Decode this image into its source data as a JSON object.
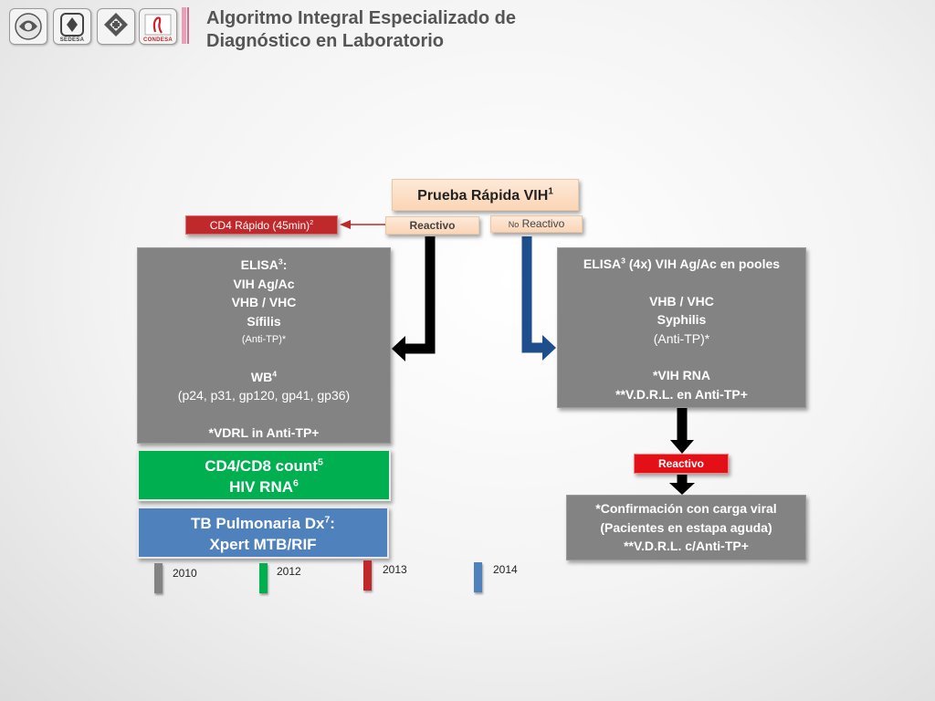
{
  "header": {
    "title_line1": "Algoritmo Integral Especializado de",
    "title_line2": "Diagnóstico en Laboratorio",
    "logos": [
      {
        "icon": "government-seal-icon",
        "caption": ""
      },
      {
        "icon": "sedesa-logo-icon",
        "caption": "SEDESA"
      },
      {
        "icon": "health-logo-icon",
        "caption": ""
      },
      {
        "icon": "condesa-clinic-logo-icon",
        "caption": "CONDESA"
      }
    ]
  },
  "flow": {
    "start": {
      "text": "Prueba Rápida VIH",
      "sup": "1"
    },
    "reactive": "Reactivo",
    "non_reactive": {
      "prefix": "No",
      "text": "Reactivo"
    },
    "cd4_rapid": {
      "text": "CD4 Rápido  (45min)",
      "sup": "2"
    },
    "left_panel": {
      "line1": "ELISA",
      "line1_sup": "3",
      "line1_suffix": ":",
      "line2": "VIH Ag/Ac",
      "line3": "VHB / VHC",
      "line4": "Sífilis",
      "line5": "(Anti-TP)*",
      "line6": "WB",
      "line6_sup": "4",
      "line7": "(p24, p31, gp120, gp41, gp36)",
      "line8": "*VDRL in Anti-TP+"
    },
    "green_panel": {
      "line1": "CD4/CD8 count",
      "line1_sup": "5",
      "line2": "HIV RNA",
      "line2_sup": "6"
    },
    "blue_panel": {
      "line1": "TB Pulmonaria Dx",
      "line1_sup": "7",
      "line1_suffix": ":",
      "line2": "Xpert MTB/RIF"
    },
    "right_panel": {
      "line1_a": "ELISA",
      "line1_sup": "3",
      "line1_b": " (4x)  VIH Ag/Ac en pooles",
      "line2": "VHB / VHC",
      "line3": "Syphilis",
      "line4": "(Anti-TP)*",
      "line5": "*VIH RNA",
      "line6": "**V.D.R.L. en Anti-TP+"
    },
    "reactive2": "Reactivo",
    "confirm_panel": {
      "line1": "*Confirmación con carga viral",
      "line2": "(Pacientes en estapa aguda)",
      "line3": "**V.D.R.L. c/Anti-TP+"
    }
  },
  "legend": [
    {
      "year": "2010",
      "color": "#838383"
    },
    {
      "year": "2012",
      "color": "#00b050"
    },
    {
      "year": "2013",
      "color": "#c0292b"
    },
    {
      "year": "2014",
      "color": "#4f81bd"
    }
  ],
  "colors": {
    "arrow_black": "#000000",
    "arrow_blue": "#1f4e8c",
    "arrow_red": "#c0292b"
  }
}
